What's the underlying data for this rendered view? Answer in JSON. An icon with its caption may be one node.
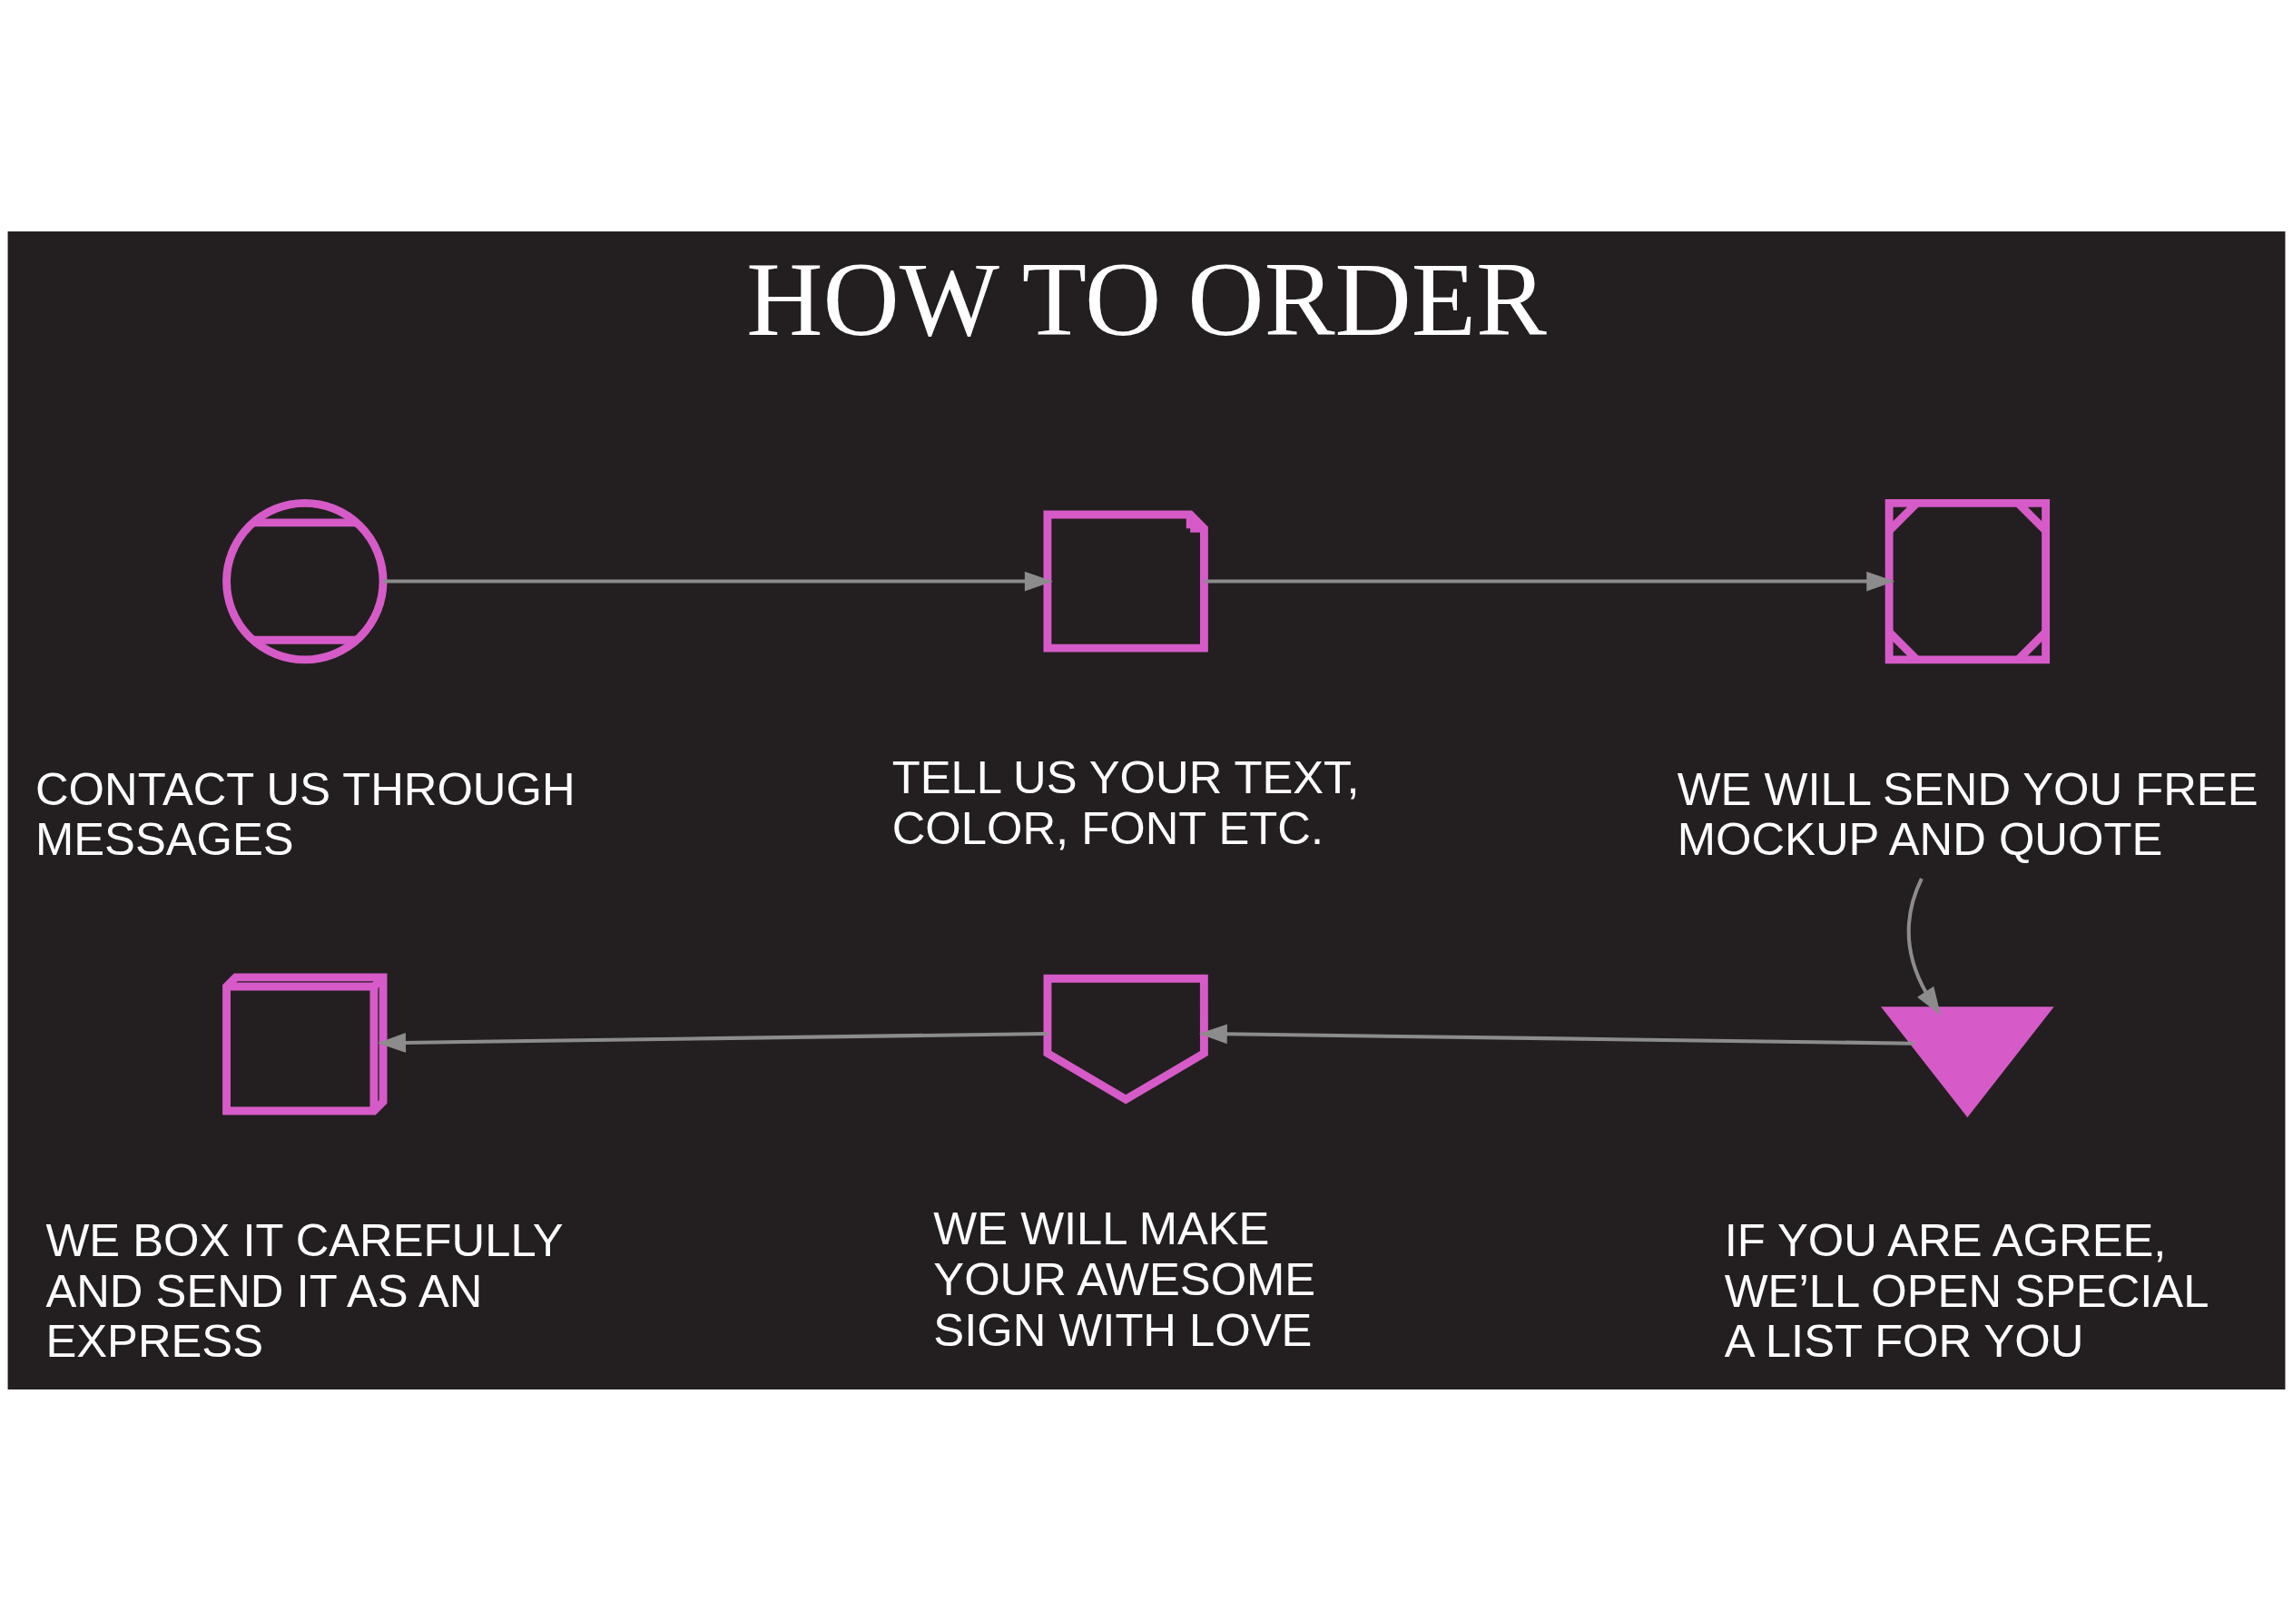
{
  "diagram": {
    "title": "HOW TO ORDER",
    "nodes": [
      {
        "text": [],
        "shape": "picture"
      },
      {
        "text": [
          "CONTACT US THROUGH MESSAGES"
        ]
      },
      {
        "text": [],
        "shape": "picture"
      },
      {
        "text": [
          "TELL US YOUR TEXT, COLOR, FONT ETC."
        ]
      },
      {
        "text": [],
        "shape": "picture"
      },
      {
        "text": [
          "WE WILL SEND YOU FREE MOCKUP AND QUOTE"
        ]
      },
      {
        "text": [],
        "shape": "picture"
      },
      {
        "text": [
          "IF YOU ARE AGREE, WE’LL OPEN SPECIAL A LIST FOR YOU"
        ]
      },
      {
        "text": [],
        "shape": "picture"
      },
      {
        "text": [
          "WE WILL MAKE YOUR AWESOME SIGN WITH LOVE"
        ]
      },
      {
        "text": [],
        "shape": "picture"
      },
      {
        "text": [
          "WE BOX IT CAREFULLY AND SEND IT AS AN EXPRESS"
        ]
      }
    ],
    "edges": [
      {
        "from": 0,
        "to": 2,
        "arrow": "to"
      },
      {
        "from": 2,
        "to": 4,
        "arrow": "to"
      },
      {
        "from": 5,
        "to": 6,
        "arrow": "to"
      },
      {
        "from": 6,
        "to": 8,
        "arrow": "to"
      },
      {
        "from": 8,
        "to": 10,
        "arrow": "to"
      }
    ]
  }
}
